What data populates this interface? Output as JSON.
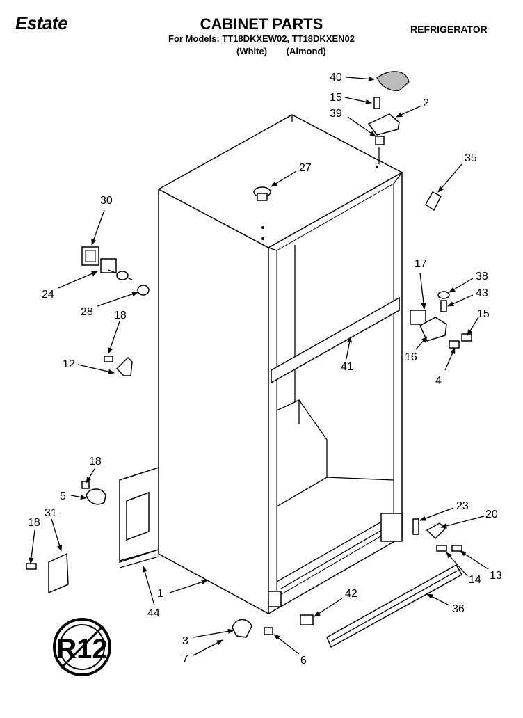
{
  "header": {
    "brand": "Estate",
    "title": "CABINET PARTS",
    "models_line": "For Models: TT18DKXEW02, TT18DKXEN02",
    "color_white": "(White)",
    "color_almond": "(Almond)",
    "category": "REFRIGERATOR"
  },
  "refrigerant_badge": "R12",
  "callouts": [
    {
      "id": "c40",
      "label": "40"
    },
    {
      "id": "c15a",
      "label": "15"
    },
    {
      "id": "c2",
      "label": "2"
    },
    {
      "id": "c39",
      "label": "39"
    },
    {
      "id": "c27",
      "label": "27"
    },
    {
      "id": "c35",
      "label": "35"
    },
    {
      "id": "c30",
      "label": "30"
    },
    {
      "id": "c24",
      "label": "24"
    },
    {
      "id": "c28",
      "label": "28"
    },
    {
      "id": "c18a",
      "label": "18"
    },
    {
      "id": "c12",
      "label": "12"
    },
    {
      "id": "c17",
      "label": "17"
    },
    {
      "id": "c38",
      "label": "38"
    },
    {
      "id": "c43",
      "label": "43"
    },
    {
      "id": "c15b",
      "label": "15"
    },
    {
      "id": "c41",
      "label": "41"
    },
    {
      "id": "c16",
      "label": "16"
    },
    {
      "id": "c4",
      "label": "4"
    },
    {
      "id": "c18b",
      "label": "18"
    },
    {
      "id": "c5",
      "label": "5"
    },
    {
      "id": "c18c",
      "label": "18"
    },
    {
      "id": "c31",
      "label": "31"
    },
    {
      "id": "c23",
      "label": "23"
    },
    {
      "id": "c20",
      "label": "20"
    },
    {
      "id": "c13",
      "label": "13"
    },
    {
      "id": "c14",
      "label": "14"
    },
    {
      "id": "c1",
      "label": "1"
    },
    {
      "id": "c44",
      "label": "44"
    },
    {
      "id": "c42",
      "label": "42"
    },
    {
      "id": "c36",
      "label": "36"
    },
    {
      "id": "c3",
      "label": "3"
    },
    {
      "id": "c7",
      "label": "7"
    },
    {
      "id": "c6",
      "label": "6"
    }
  ]
}
